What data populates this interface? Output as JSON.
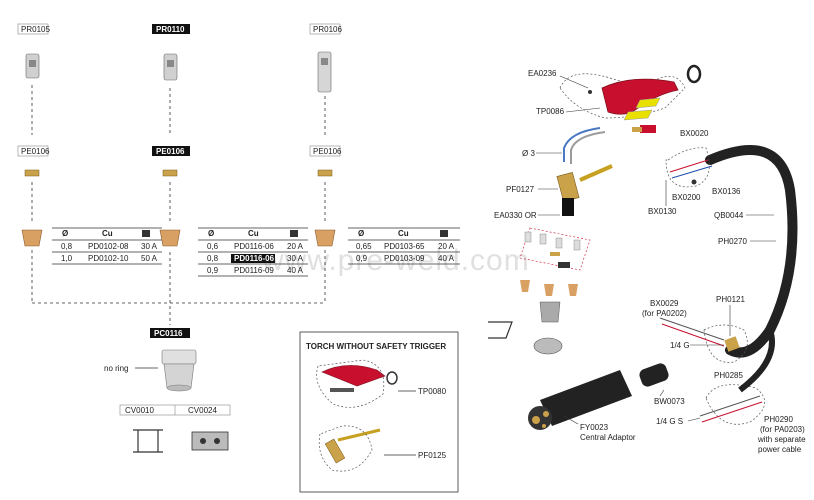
{
  "nozzles": {
    "left": "PR0105",
    "center": "PR0110",
    "right": "PR0106"
  },
  "electrodes": {
    "left": "PE0106",
    "center": "PE0106",
    "right": "PE0106"
  },
  "tables": {
    "header": [
      "Ø",
      "Cu",
      ""
    ],
    "left": [
      [
        "0,8",
        "PD0102-08",
        "30 A"
      ],
      [
        "1,0",
        "PD0102-10",
        "50 A"
      ]
    ],
    "center": [
      [
        "0,6",
        "PD0116-06",
        "20 A"
      ],
      [
        "0,8",
        "PD0116-06",
        "30 A"
      ],
      [
        "0,9",
        "PD0116-09",
        "40 A"
      ]
    ],
    "right": [
      [
        "0,65",
        "PD0103-65",
        "20 A"
      ],
      [
        "0,9",
        "PD0103-09",
        "40 A"
      ]
    ]
  },
  "shield": {
    "code": "PC0116",
    "no_ring": "no ring"
  },
  "spacers": [
    "CV0010",
    "CV0024"
  ],
  "inset": {
    "title": "TORCH WITHOUT SAFETY TRIGGER",
    "tp": "TP0080",
    "pf": "PF0125"
  },
  "watermark": "www.pre-weld.com",
  "torch_labels": {
    "ea0236": "EA0236",
    "tp0086": "TP0086",
    "bx0020": "BX0020",
    "o3": "Ø 3",
    "pf0127": "PF0127",
    "ea0330": "EA0330 OR",
    "bx0136": "BX0136",
    "bx0200": "BX0200",
    "bx0130": "BX0130",
    "qb0044": "QB0044",
    "ph0270": "PH0270",
    "bx0029": "BX0029",
    "bx0029b": "(for PA0202)",
    "ph0121": "PH0121",
    "g14": "1/4 G",
    "bw0073": "BW0073",
    "ph0285": "PH0285",
    "g14s": "1/4 G S",
    "fy0023": "FY0023",
    "fy0023b": "Central Adaptor",
    "ph0290": "PH0290",
    "ph0290b": "(for PA0203)",
    "ph0290c": "with separate",
    "ph0290d": "power cable"
  },
  "colors": {
    "red": "#c8102e",
    "brass": "#c9a24a",
    "cable": "#222222"
  }
}
